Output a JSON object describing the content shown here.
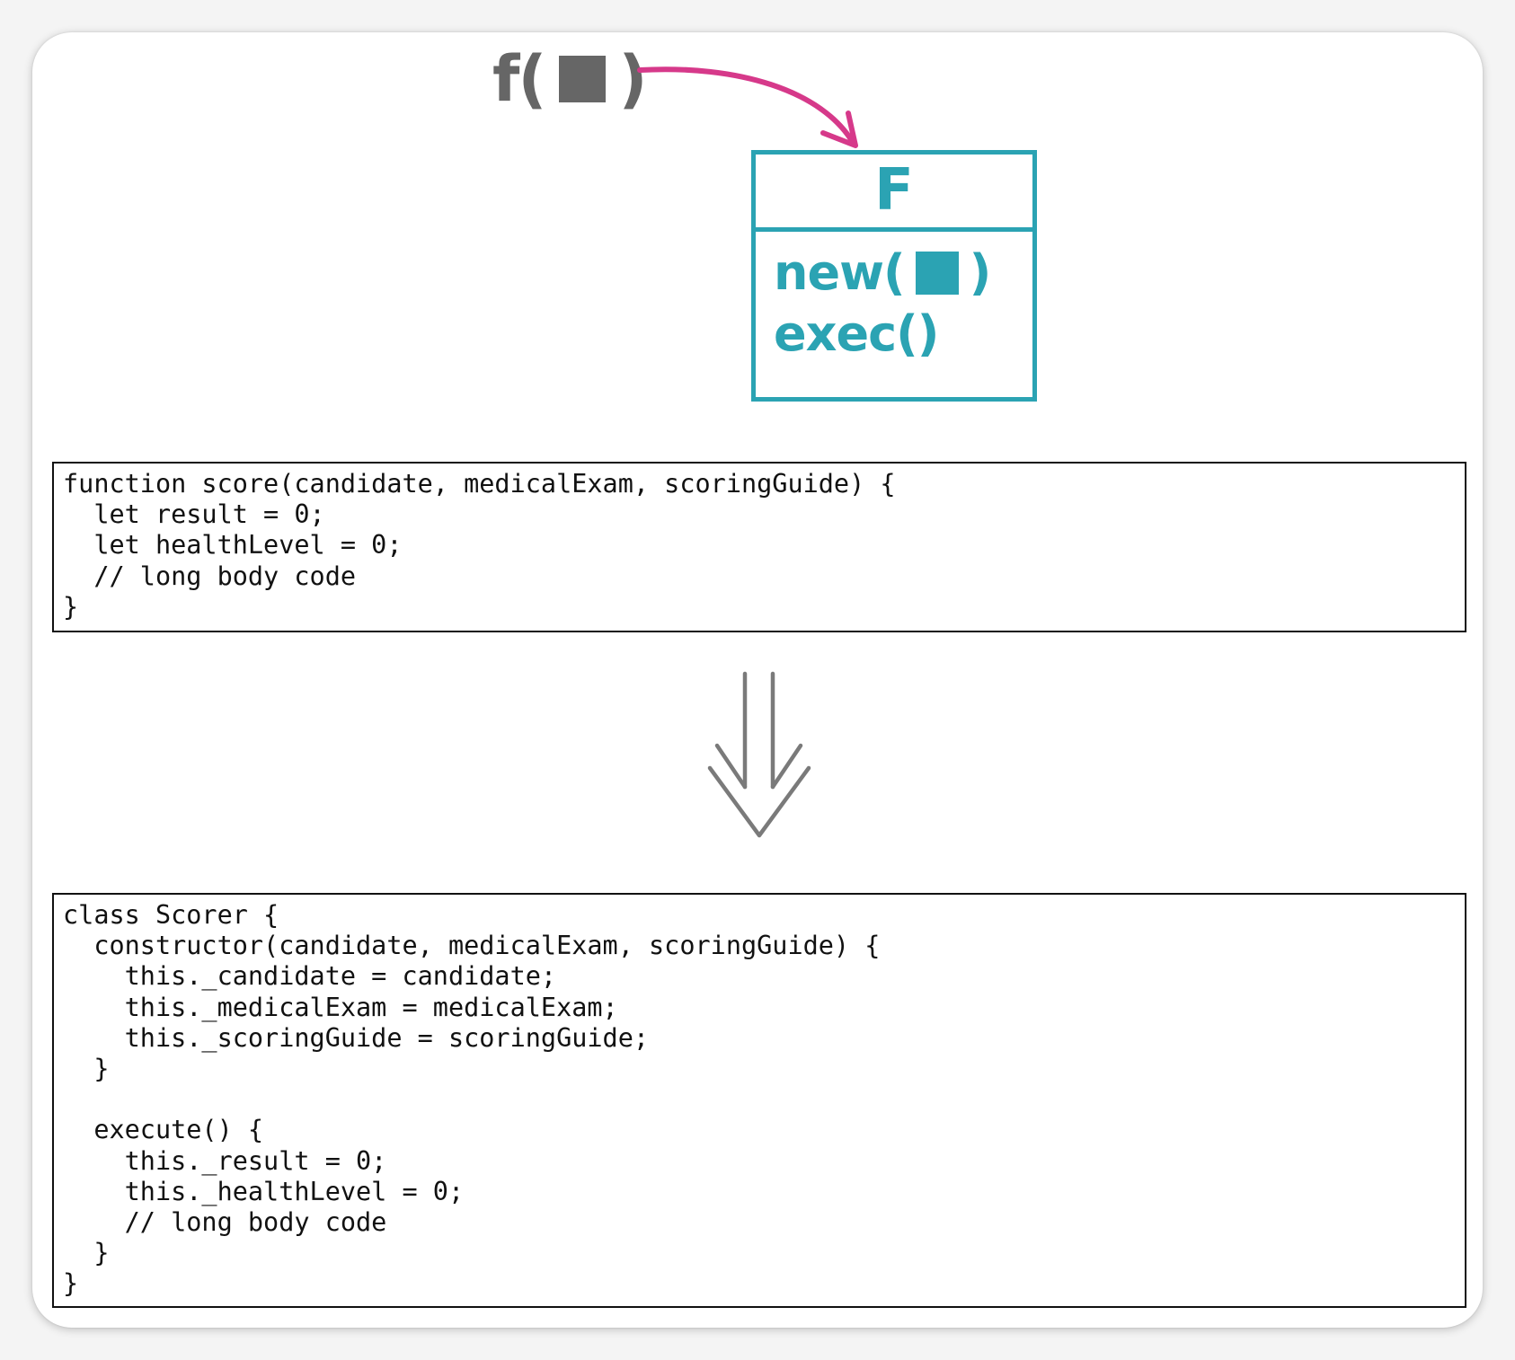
{
  "function_call": {
    "name": "f",
    "open_paren": "(",
    "close_paren": ")",
    "argument_icon": "gray-square"
  },
  "command_class": {
    "name": "F",
    "methods": [
      {
        "prefix": "new(",
        "suffix": ")",
        "argument_icon": "teal-square"
      },
      {
        "prefix": "exec()",
        "suffix": ""
      }
    ]
  },
  "code_before": "function score(candidate, medicalExam, scoringGuide) {\n  let result = 0;\n  let healthLevel = 0;\n  // long body code\n}",
  "code_after": "class Scorer {\n  constructor(candidate, medicalExam, scoringGuide) {\n    this._candidate = candidate;\n    this._medicalExam = medicalExam;\n    this._scoringGuide = scoringGuide;\n  }\n\n  execute() {\n    this._result = 0;\n    this._healthLevel = 0;\n    // long body code\n  }\n}",
  "colors": {
    "accent_teal": "#2ba3b3",
    "arrow_magenta": "#d6398a",
    "neutral_gray": "#666666",
    "code_text": "#111111"
  }
}
